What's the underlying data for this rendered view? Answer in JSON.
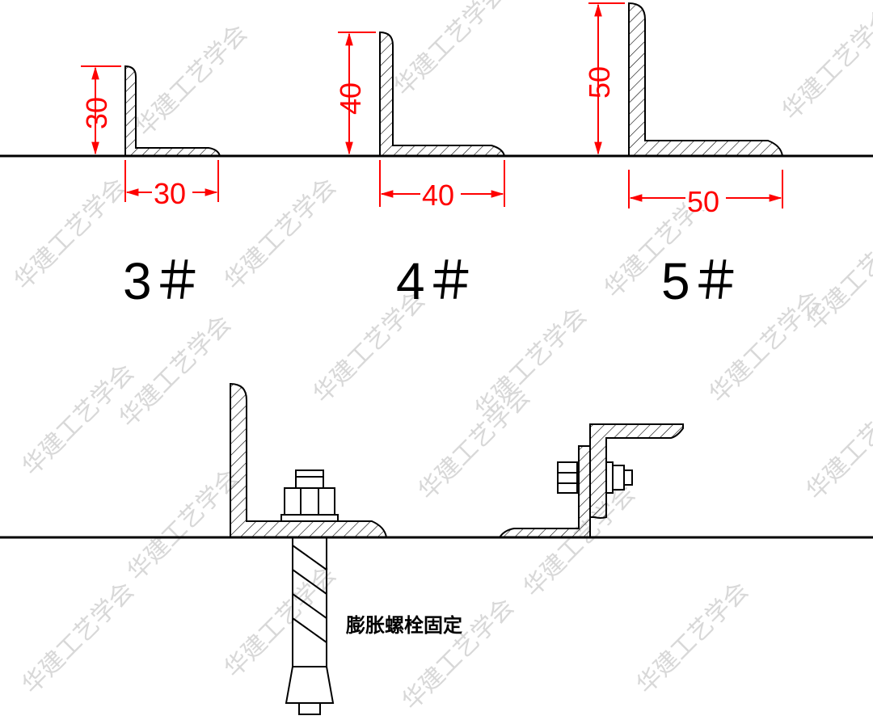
{
  "watermark": "华建工艺学会",
  "colors": {
    "dimension": "#ff0000",
    "line": "#000000",
    "watermark": "#d8d8d8"
  },
  "angles": [
    {
      "height_label": "30",
      "width_label": "30",
      "size_label": "3＃"
    },
    {
      "height_label": "40",
      "width_label": "40",
      "size_label": "4＃"
    },
    {
      "height_label": "50",
      "width_label": "50",
      "size_label": "5＃"
    }
  ],
  "caption": "膨胀螺栓固定"
}
